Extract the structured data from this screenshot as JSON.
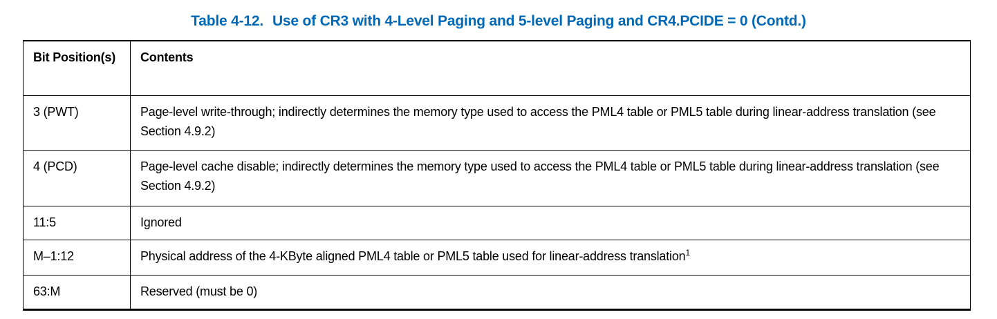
{
  "colors": {
    "caption_blue": "#0068B5",
    "border": "#000000",
    "text": "#000000",
    "background": "#ffffff"
  },
  "caption": {
    "label": "Table 4-12.",
    "text": "Use of CR3 with 4-Level Paging and 5-level Paging and CR4.PCIDE = 0 (Contd.)"
  },
  "table": {
    "headers": {
      "bits": "Bit Position(s)",
      "contents": "Contents"
    },
    "rows": [
      {
        "bits": "3 (PWT)",
        "contents": "Page-level write-through; indirectly determines the memory type used to access the PML4 table or PML5 table during linear-address translation (see Section 4.9.2)"
      },
      {
        "bits": "4 (PCD)",
        "contents": "Page-level cache disable; indirectly determines the memory type used to access the PML4 table or PML5 table during linear-address translation (see Section 4.9.2)"
      },
      {
        "bits": "11:5",
        "contents": "Ignored"
      },
      {
        "bits": "M–1:12",
        "contents": "Physical address of the 4-KByte aligned PML4 table or PML5 table used for linear-address translation",
        "footnote_ref": "1"
      },
      {
        "bits": "63:M",
        "contents": "Reserved (must be 0)"
      }
    ]
  }
}
